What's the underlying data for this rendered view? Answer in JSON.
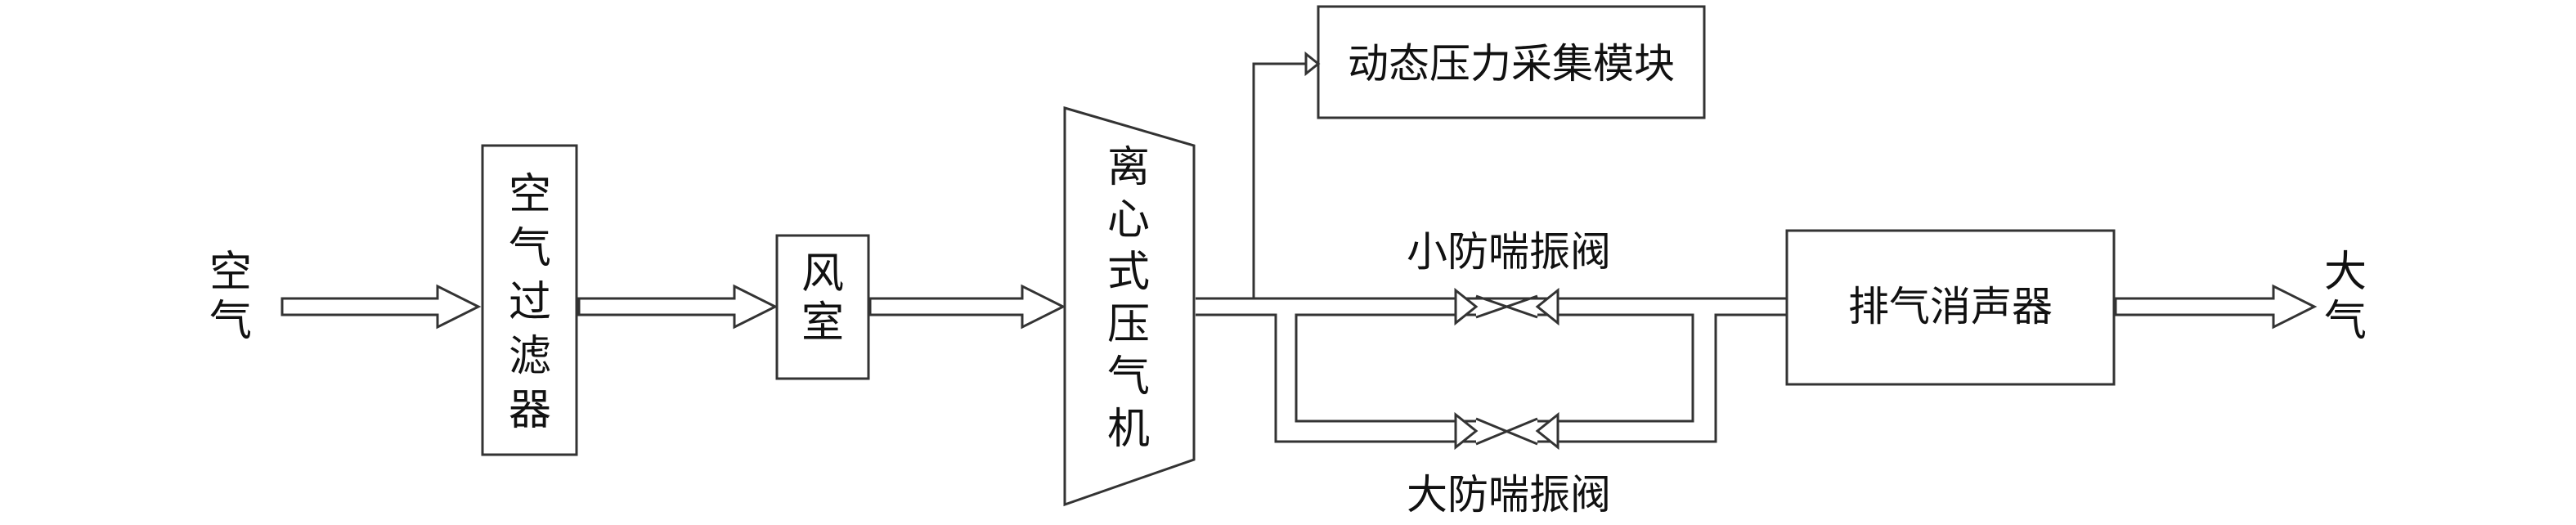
{
  "nodes": {
    "input_air": {
      "label": "空气"
    },
    "air_filter": {
      "label": "空气过滤器"
    },
    "air_chamber": {
      "label": "风室"
    },
    "compressor": {
      "label": "离心式压气机"
    },
    "pressure_module": {
      "label": "动态压力采集模块"
    },
    "small_valve": {
      "label": "小防喘振阀"
    },
    "large_valve": {
      "label": "大防喘振阀"
    },
    "muffler": {
      "label": "排气消声器"
    },
    "atmosphere": {
      "label": "大气"
    }
  }
}
